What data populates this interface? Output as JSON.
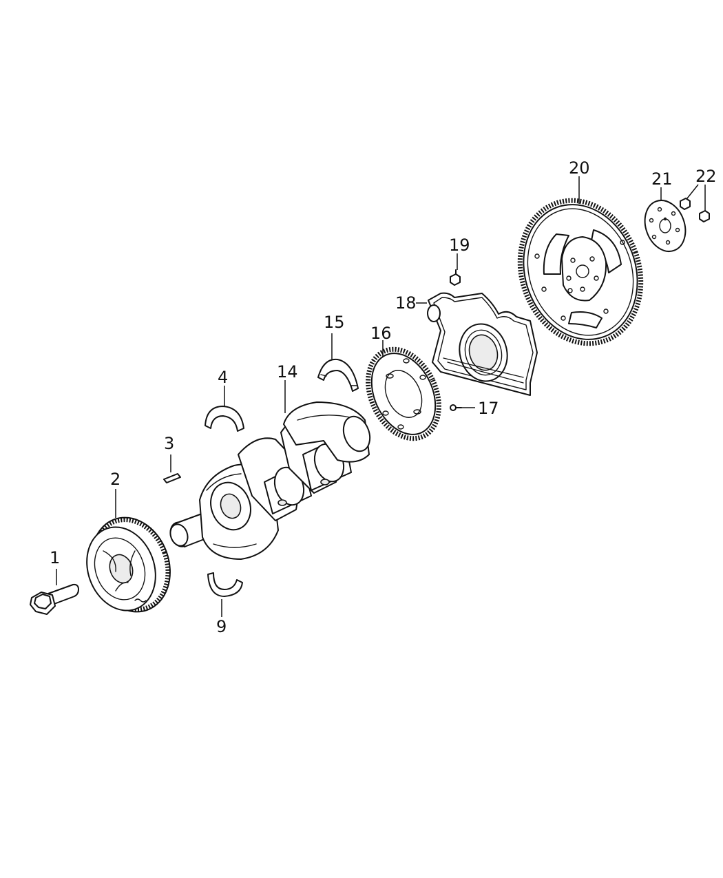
{
  "callouts": {
    "c1": "1",
    "c2": "2",
    "c3": "3",
    "c4": "4",
    "c9": "9",
    "c14": "14",
    "c15": "15",
    "c16": "16",
    "c17": "17",
    "c18": "18",
    "c19": "19",
    "c20": "20",
    "c21": "21",
    "c22": "22"
  }
}
